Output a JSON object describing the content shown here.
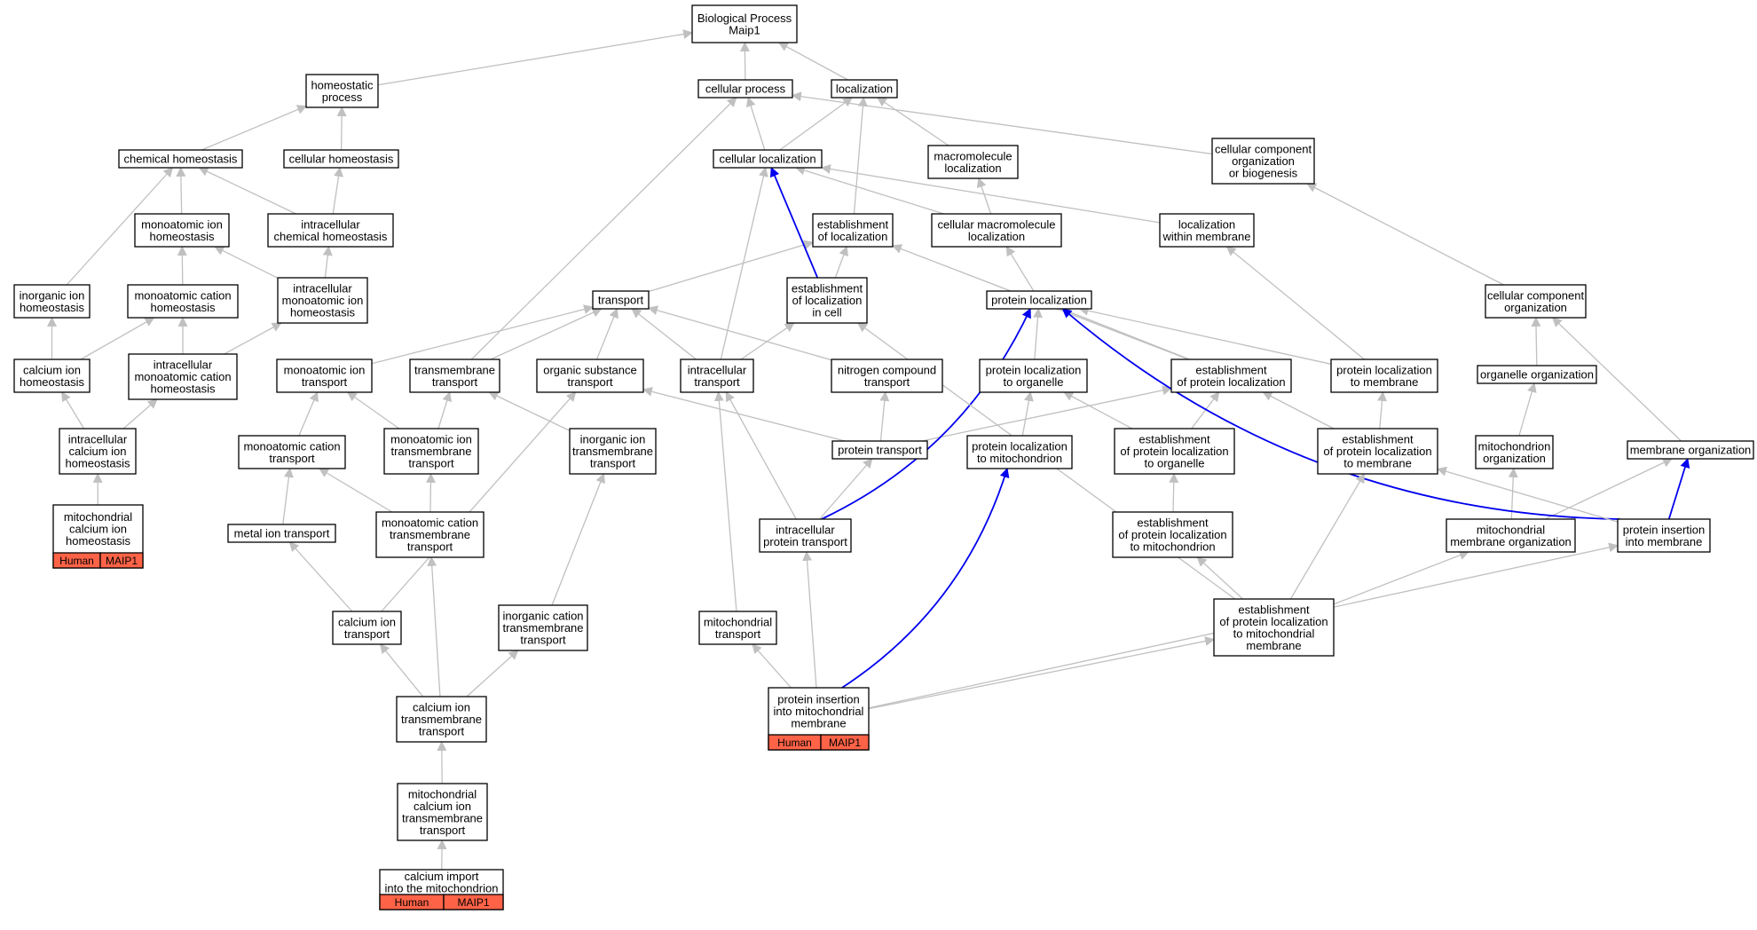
{
  "diagram": {
    "colors": {
      "edge": "#c0c0c0",
      "highlight_edge": "#0000ee",
      "annotation_fill": "#ff6347",
      "node_border": "#000000"
    },
    "nodes": [
      {
        "id": "root",
        "lines": [
          "Biological Process",
          "Maip1"
        ]
      },
      {
        "id": "homeostatic",
        "lines": [
          "homeostatic",
          "process"
        ]
      },
      {
        "id": "cellproc",
        "lines": [
          "cellular process"
        ]
      },
      {
        "id": "localization",
        "lines": [
          "localization"
        ]
      },
      {
        "id": "chemhomeo",
        "lines": [
          "chemical homeostasis"
        ]
      },
      {
        "id": "cellhomeo",
        "lines": [
          "cellular homeostasis"
        ]
      },
      {
        "id": "cellloc",
        "lines": [
          "cellular localization"
        ]
      },
      {
        "id": "macroloc",
        "lines": [
          "macromolecule",
          "localization"
        ]
      },
      {
        "id": "ccob",
        "lines": [
          "cellular component",
          "organization",
          "or biogenesis"
        ]
      },
      {
        "id": "monoionhomeo",
        "lines": [
          "monoatomic ion",
          "homeostasis"
        ]
      },
      {
        "id": "intrachemhomeo",
        "lines": [
          "intracellular",
          "chemical homeostasis"
        ]
      },
      {
        "id": "estloc",
        "lines": [
          "establishment",
          "of localization"
        ]
      },
      {
        "id": "cellmacroloc",
        "lines": [
          "cellular macromolecule",
          "localization"
        ]
      },
      {
        "id": "locwithinmem",
        "lines": [
          "localization",
          "within membrane"
        ]
      },
      {
        "id": "inorgionhomeo",
        "lines": [
          "inorganic ion",
          "homeostasis"
        ]
      },
      {
        "id": "monocathomeo",
        "lines": [
          "monoatomic cation",
          "homeostasis"
        ]
      },
      {
        "id": "intramonoionhomeo",
        "lines": [
          "intracellular",
          "monoatomic ion",
          "homeostasis"
        ]
      },
      {
        "id": "transport",
        "lines": [
          "transport"
        ]
      },
      {
        "id": "estloccell",
        "lines": [
          "establishment",
          "of localization",
          "in cell"
        ]
      },
      {
        "id": "protloc",
        "lines": [
          "protein localization"
        ]
      },
      {
        "id": "ccorg",
        "lines": [
          "cellular component",
          "organization"
        ]
      },
      {
        "id": "caionhomeo",
        "lines": [
          "calcium ion",
          "homeostasis"
        ]
      },
      {
        "id": "intramonocathomeo",
        "lines": [
          "intracellular",
          "monoatomic cation",
          "homeostasis"
        ]
      },
      {
        "id": "monoiontrans",
        "lines": [
          "monoatomic ion",
          "transport"
        ]
      },
      {
        "id": "tmtrans",
        "lines": [
          "transmembrane",
          "transport"
        ]
      },
      {
        "id": "orgsubtrans",
        "lines": [
          "organic substance",
          "transport"
        ]
      },
      {
        "id": "intratrans",
        "lines": [
          "intracellular",
          "transport"
        ]
      },
      {
        "id": "nitrotrans",
        "lines": [
          "nitrogen compound",
          "transport"
        ]
      },
      {
        "id": "protlocorg",
        "lines": [
          "protein localization",
          "to organelle"
        ]
      },
      {
        "id": "estprotloc",
        "lines": [
          "establishment",
          "of protein localization"
        ]
      },
      {
        "id": "protlocmem",
        "lines": [
          "protein localization",
          "to membrane"
        ]
      },
      {
        "id": "orgaorg",
        "lines": [
          "organelle organization"
        ]
      },
      {
        "id": "intracahomeo",
        "lines": [
          "intracellular",
          "calcium ion",
          "homeostasis"
        ]
      },
      {
        "id": "monocattrans",
        "lines": [
          "monoatomic cation",
          "transport"
        ]
      },
      {
        "id": "monoiontmtrans",
        "lines": [
          "monoatomic ion",
          "transmembrane",
          "transport"
        ]
      },
      {
        "id": "inorgiontmtrans",
        "lines": [
          "inorganic ion",
          "transmembrane",
          "transport"
        ]
      },
      {
        "id": "prottrans",
        "lines": [
          "protein transport"
        ]
      },
      {
        "id": "protlocmito",
        "lines": [
          "protein localization",
          "to mitochondrion"
        ]
      },
      {
        "id": "estprotlocorg",
        "lines": [
          "establishment",
          "of protein localization",
          "to organelle"
        ]
      },
      {
        "id": "estprotlocmem",
        "lines": [
          "establishment",
          "of protein localization",
          "to membrane"
        ]
      },
      {
        "id": "mitoorg",
        "lines": [
          "mitochondrion",
          "organization"
        ]
      },
      {
        "id": "memorg",
        "lines": [
          "membrane organization"
        ]
      },
      {
        "id": "mitocahomeo",
        "lines": [
          "mitochondrial",
          "calcium ion",
          "homeostasis"
        ],
        "annotation": [
          "Human",
          "MAIP1"
        ]
      },
      {
        "id": "metaliontrans",
        "lines": [
          "metal ion transport"
        ]
      },
      {
        "id": "monocattmtrans",
        "lines": [
          "monoatomic cation",
          "transmembrane",
          "transport"
        ]
      },
      {
        "id": "intraprottrans",
        "lines": [
          "intracellular",
          "protein transport"
        ]
      },
      {
        "id": "estprotlocmito",
        "lines": [
          "establishment",
          "of protein localization",
          "to mitochondrion"
        ]
      },
      {
        "id": "mitomemorg",
        "lines": [
          "mitochondrial",
          "membrane organization"
        ]
      },
      {
        "id": "protinsmem",
        "lines": [
          "protein insertion",
          "into membrane"
        ]
      },
      {
        "id": "caiontrans",
        "lines": [
          "calcium ion",
          "transport"
        ]
      },
      {
        "id": "inorgcattmtrans",
        "lines": [
          "inorganic cation",
          "transmembrane",
          "transport"
        ]
      },
      {
        "id": "mitotrans",
        "lines": [
          "mitochondrial",
          "transport"
        ]
      },
      {
        "id": "estprotlocmitomem",
        "lines": [
          "establishment",
          "of protein localization",
          "to mitochondrial",
          "membrane"
        ]
      },
      {
        "id": "catmtrans",
        "lines": [
          "calcium ion",
          "transmembrane",
          "transport"
        ]
      },
      {
        "id": "protinsmitomem",
        "lines": [
          "protein insertion",
          "into mitochondrial",
          "membrane"
        ],
        "annotation": [
          "Human",
          "MAIP1"
        ]
      },
      {
        "id": "mitocatmtrans",
        "lines": [
          "mitochondrial",
          "calcium ion",
          "transmembrane",
          "transport"
        ]
      },
      {
        "id": "caimportmito",
        "lines": [
          "calcium import",
          "into the mitochondrion"
        ],
        "annotation": [
          "Human",
          "MAIP1"
        ]
      }
    ],
    "edges": [
      [
        "homeostatic",
        "root"
      ],
      [
        "cellproc",
        "root"
      ],
      [
        "localization",
        "root"
      ],
      [
        "chemhomeo",
        "homeostatic"
      ],
      [
        "cellhomeo",
        "homeostatic"
      ],
      [
        "cellloc",
        "cellproc"
      ],
      [
        "cellloc",
        "localization"
      ],
      [
        "macroloc",
        "localization"
      ],
      [
        "ccob",
        "cellproc"
      ],
      [
        "monoionhomeo",
        "chemhomeo"
      ],
      [
        "intrachemhomeo",
        "chemhomeo"
      ],
      [
        "intrachemhomeo",
        "cellhomeo"
      ],
      [
        "estloc",
        "localization"
      ],
      [
        "cellmacroloc",
        "cellloc"
      ],
      [
        "cellmacroloc",
        "macroloc"
      ],
      [
        "locwithinmem",
        "cellloc"
      ],
      [
        "inorgionhomeo",
        "chemhomeo"
      ],
      [
        "monocathomeo",
        "monoionhomeo"
      ],
      [
        "intramonoionhomeo",
        "monoionhomeo"
      ],
      [
        "intramonoionhomeo",
        "intrachemhomeo"
      ],
      [
        "transport",
        "estloc"
      ],
      [
        "estloccell",
        "estloc"
      ],
      [
        "estloccell",
        "cellloc",
        "hl"
      ],
      [
        "protloc",
        "cellmacroloc"
      ],
      [
        "ccorg",
        "ccob"
      ],
      [
        "caionhomeo",
        "inorgionhomeo"
      ],
      [
        "caionhomeo",
        "monocathomeo"
      ],
      [
        "intramonocathomeo",
        "monocathomeo"
      ],
      [
        "intramonocathomeo",
        "intramonoionhomeo"
      ],
      [
        "monoiontrans",
        "transport"
      ],
      [
        "tmtrans",
        "transport"
      ],
      [
        "tmtrans",
        "cellproc"
      ],
      [
        "orgsubtrans",
        "transport"
      ],
      [
        "intratrans",
        "transport"
      ],
      [
        "intratrans",
        "estloccell"
      ],
      [
        "intratrans",
        "cellloc"
      ],
      [
        "nitrotrans",
        "transport"
      ],
      [
        "protlocorg",
        "protloc"
      ],
      [
        "estprotloc",
        "protloc"
      ],
      [
        "estprotloc",
        "estloc"
      ],
      [
        "protlocmem",
        "protloc"
      ],
      [
        "protlocmem",
        "locwithinmem"
      ],
      [
        "orgaorg",
        "ccorg"
      ],
      [
        "intracahomeo",
        "caionhomeo"
      ],
      [
        "intracahomeo",
        "intramonocathomeo"
      ],
      [
        "monocattrans",
        "monoiontrans"
      ],
      [
        "monoiontmtrans",
        "monoiontrans"
      ],
      [
        "monoiontmtrans",
        "tmtrans"
      ],
      [
        "inorgiontmtrans",
        "tmtrans"
      ],
      [
        "prottrans",
        "orgsubtrans"
      ],
      [
        "prottrans",
        "nitrotrans"
      ],
      [
        "prottrans",
        "estprotloc"
      ],
      [
        "protlocmito",
        "protlocorg"
      ],
      [
        "estprotlocorg",
        "protlocorg"
      ],
      [
        "estprotlocorg",
        "estprotloc"
      ],
      [
        "estprotlocmem",
        "protlocmem"
      ],
      [
        "estprotlocmem",
        "estprotloc"
      ],
      [
        "mitoorg",
        "orgaorg"
      ],
      [
        "memorg",
        "ccorg"
      ],
      [
        "mitocahomeo",
        "intracahomeo"
      ],
      [
        "metaliontrans",
        "monocattrans"
      ],
      [
        "monocattmtrans",
        "monocattrans"
      ],
      [
        "monocattmtrans",
        "monoiontmtrans"
      ],
      [
        "intraprottrans",
        "prottrans"
      ],
      [
        "intraprottrans",
        "intratrans"
      ],
      [
        "intraprottrans",
        "protloc",
        "hl"
      ],
      [
        "estprotlocmito",
        "estprotlocorg"
      ],
      [
        "mitomemorg",
        "mitoorg"
      ],
      [
        "mitomemorg",
        "memorg"
      ],
      [
        "protinsmem",
        "memorg",
        "hl"
      ],
      [
        "protinsmem",
        "protloc",
        "hl"
      ],
      [
        "protinsmem",
        "estprotlocmem"
      ],
      [
        "caiontrans",
        "metaliontrans"
      ],
      [
        "caiontrans",
        "orgsubtrans"
      ],
      [
        "inorgcattmtrans",
        "inorgiontmtrans"
      ],
      [
        "mitotrans",
        "intratrans"
      ],
      [
        "estprotlocmitomem",
        "estprotlocmito"
      ],
      [
        "estprotlocmitomem",
        "estprotlocmem"
      ],
      [
        "estprotlocmitomem",
        "mitomemorg"
      ],
      [
        "estprotlocmitomem",
        "estloccell"
      ],
      [
        "catmtrans",
        "caiontrans"
      ],
      [
        "catmtrans",
        "monocattmtrans"
      ],
      [
        "catmtrans",
        "inorgcattmtrans"
      ],
      [
        "protinsmitomem",
        "protlocmito",
        "hl"
      ],
      [
        "protinsmitomem",
        "mitotrans"
      ],
      [
        "protinsmitomem",
        "intraprottrans"
      ],
      [
        "protinsmitomem",
        "estprotlocmitomem"
      ],
      [
        "protinsmitomem",
        "protinsmem"
      ],
      [
        "mitocatmtrans",
        "catmtrans"
      ],
      [
        "caimportmito",
        "mitocatmtrans"
      ]
    ]
  }
}
